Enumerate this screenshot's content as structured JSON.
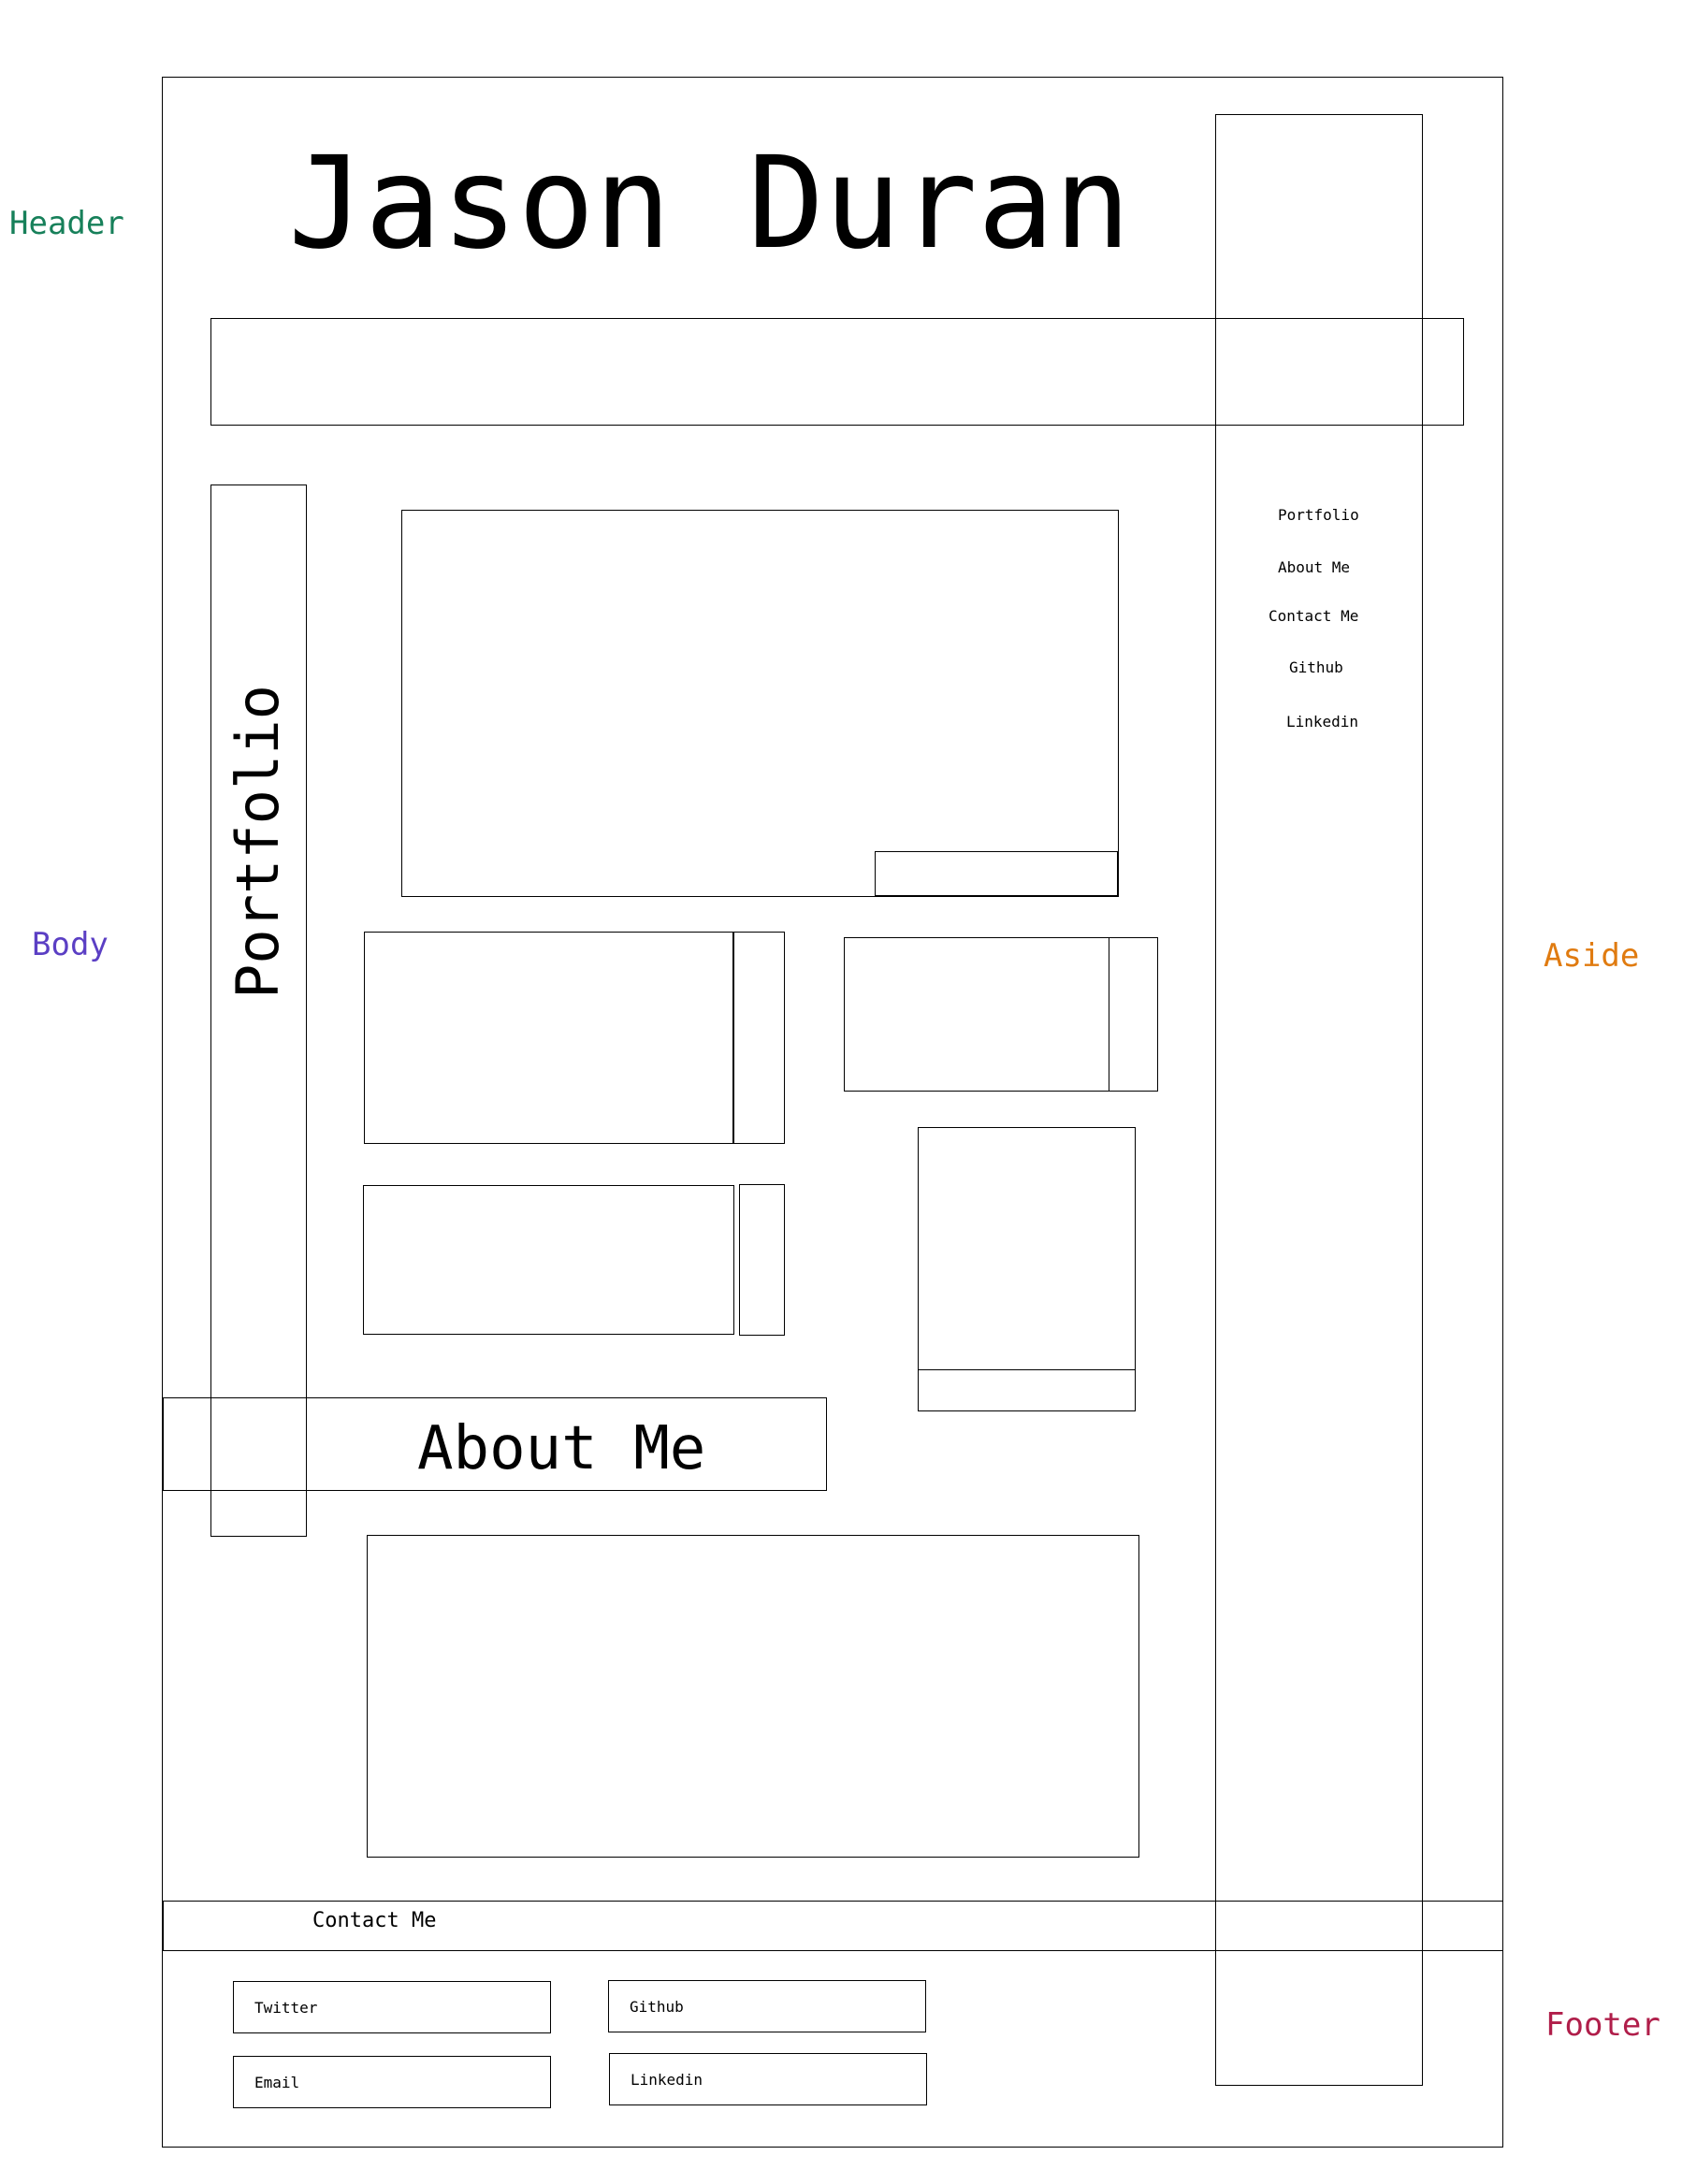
{
  "labels": {
    "header": "Header",
    "body": "Body",
    "aside": "Aside",
    "footer": "Footer"
  },
  "header": {
    "title": "Jason Duran"
  },
  "portfolio": {
    "title": "Portfolio"
  },
  "about": {
    "title": "About Me"
  },
  "aside": {
    "nav": [
      "Portfolio",
      "About Me",
      "Contact Me",
      "Github",
      "Linkedin"
    ]
  },
  "footer": {
    "title": "Contact Me",
    "links": [
      "Twitter",
      "Github",
      "Email",
      "Linkedin"
    ]
  },
  "colors": {
    "header_label": "#17805a",
    "body_label": "#5b3fc4",
    "aside_label": "#e07b10",
    "footer_label": "#b01e4a"
  }
}
